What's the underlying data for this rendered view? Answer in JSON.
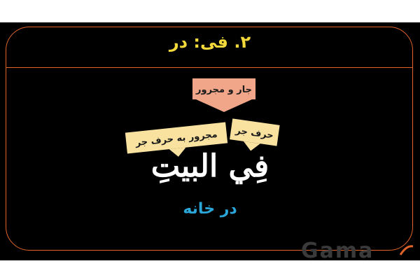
{
  "slide": {
    "title": "۲. فی: در",
    "word": "فِي البيتِ",
    "translation": "در خانه"
  },
  "diagram": {
    "top_label": "جار و مجرور",
    "left_label": "مجرور به حرف جر",
    "right_label": "حرف جر"
  },
  "colors": {
    "background": "#000000",
    "frame": "#e0642a",
    "title": "#f2d83a",
    "top_box": "#f2a689",
    "sub_boxes": "#f9e2a0",
    "translation": "#2ba6d9"
  },
  "watermark": {
    "text": "Gama"
  }
}
